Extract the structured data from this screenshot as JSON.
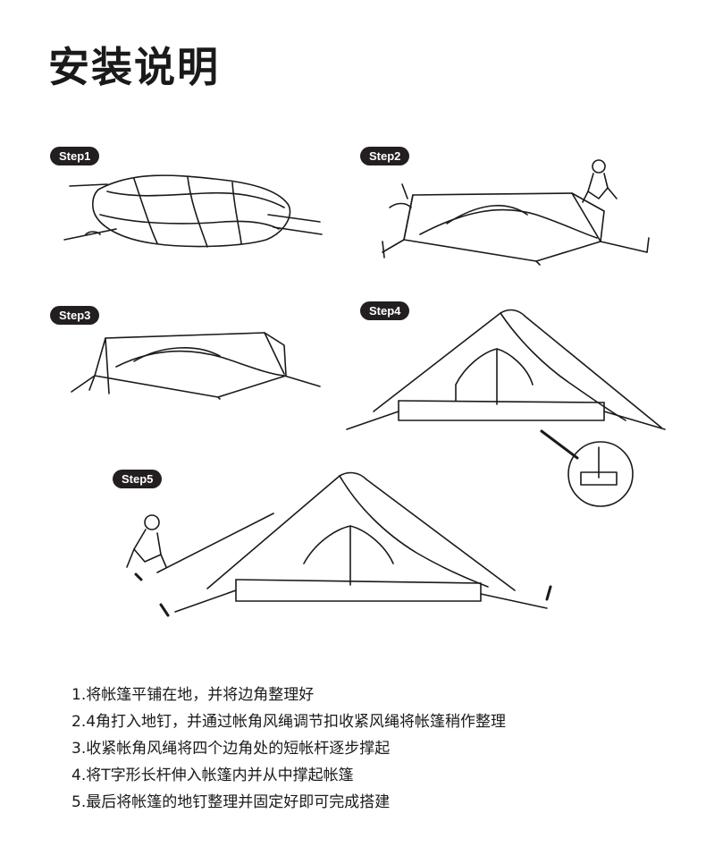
{
  "page": {
    "title": "安装说明"
  },
  "badges": [
    {
      "label": "Step1"
    },
    {
      "label": "Step2"
    },
    {
      "label": "Step3"
    },
    {
      "label": "Step4"
    },
    {
      "label": "Step5"
    }
  ],
  "instructions": [
    "1.将帐篷平铺在地，并将边角整理好",
    "2.4角打入地钉，并通过帐角风绳调节扣收紧风绳将帐篷稍作整理",
    "3.收紧帐角风绳将四个边角处的短帐杆逐步撑起",
    "4.将T字形长杆伸入帐篷内并从中撑起帐篷",
    "5.最后将帐篷的地钉整理并固定好即可完成搭建"
  ],
  "colors": {
    "ink": "#1a1a1a",
    "badge_bg": "#231f20",
    "badge_text": "#ffffff",
    "background": "#ffffff"
  }
}
